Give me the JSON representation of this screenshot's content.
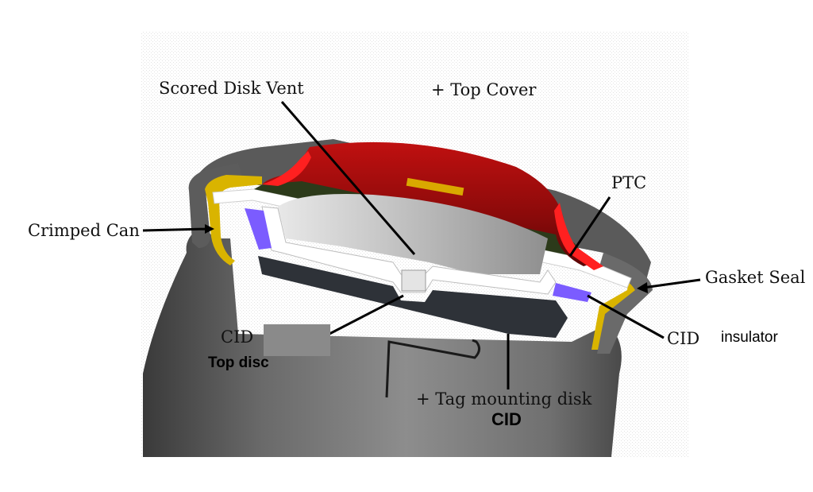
{
  "labels": {
    "scored_disk_vent": "Scored Disk Vent",
    "top_cover": "+ Top Cover",
    "ptc": "PTC",
    "crimped_can": "Crimped Can",
    "gasket_seal": "Gasket Seal",
    "cid_left": "CID",
    "top_disc": "Top disc",
    "cid_right": "CID",
    "insulator": "insulator",
    "tag_mounting_disk": "+ Tag mounting disk",
    "cid_bottom": "CID"
  },
  "colors": {
    "can_dark": "#4d4d4d",
    "can_light": "#8a8a8a",
    "cap_red": "#e01818",
    "cap_dark_red": "#8e0b0b",
    "gasket_yellow": "#d9b400",
    "insulator_purple": "#7b5cff",
    "white_disk": "#ffffff",
    "green_layer": "#2c3a1a",
    "inner_gray": "#c9c9c9",
    "dark_plate": "#2e3238",
    "background_dots": "#eeeeee",
    "redaction_gray": "#8a8a8a"
  }
}
